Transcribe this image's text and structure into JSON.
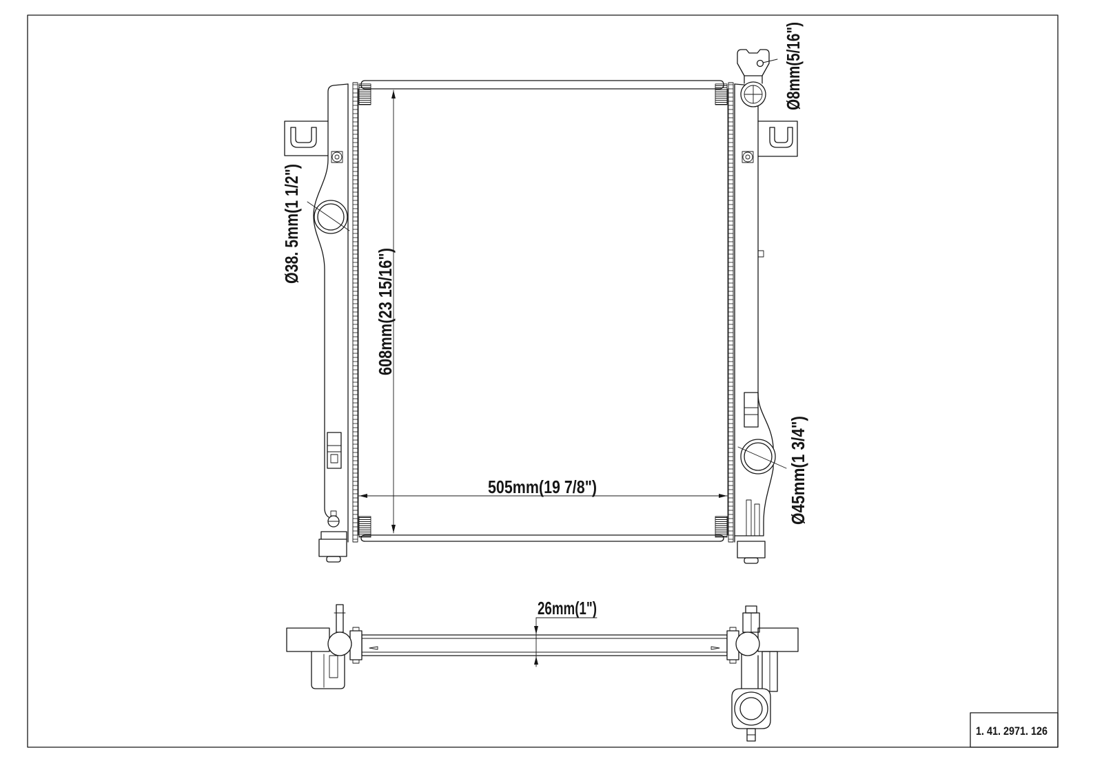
{
  "front_view": {
    "vent_diameter_label": "Ø8mm(5/16\")",
    "inlet_diameter_label": "Ø38. 5mm(1 1/2\")",
    "core_height_label": "608mm(23 15/16\")",
    "core_width_label": "505mm(19 7/8\")",
    "outlet_diameter_label": "Ø45mm(1 3/4\")"
  },
  "side_view": {
    "core_thickness_label": "26mm(1\")"
  },
  "title_block": {
    "part_number": "1. 41. 2971. 126"
  }
}
